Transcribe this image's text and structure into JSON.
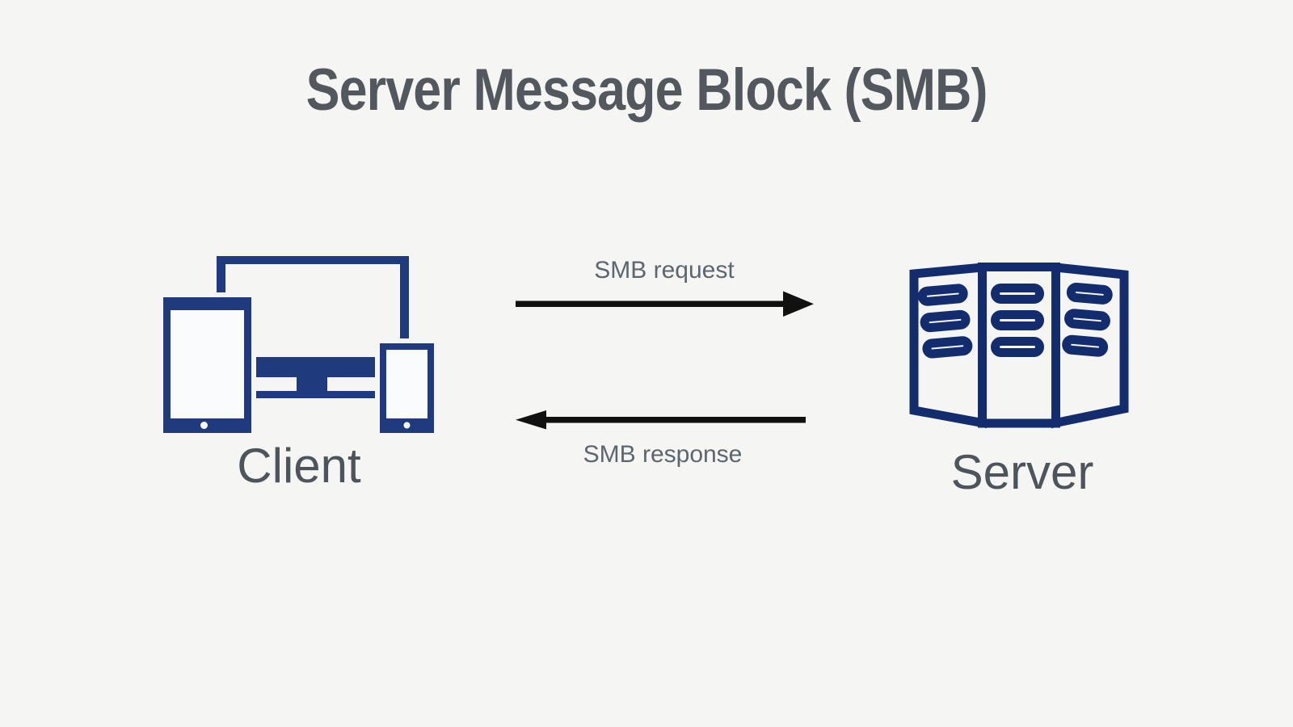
{
  "title": "Server Message Block (SMB)",
  "diagram": {
    "client": {
      "label": "Client",
      "icon": "client-devices-icon"
    },
    "server": {
      "label": "Server",
      "icon": "server-rack-icon"
    },
    "messages": {
      "request": {
        "label": "SMB request",
        "direction": "client-to-server"
      },
      "response": {
        "label": "SMB response",
        "direction": "server-to-client"
      }
    }
  },
  "colors": {
    "background": "#f5f5f4",
    "client_icon": "#1f3b7d",
    "server_icon": "#132c6e",
    "arrow": "#111111",
    "title_text": "#53585f",
    "node_label_text": "#4d545c",
    "message_label_text": "#5c6670",
    "screen_fill": "#fafbfc"
  }
}
